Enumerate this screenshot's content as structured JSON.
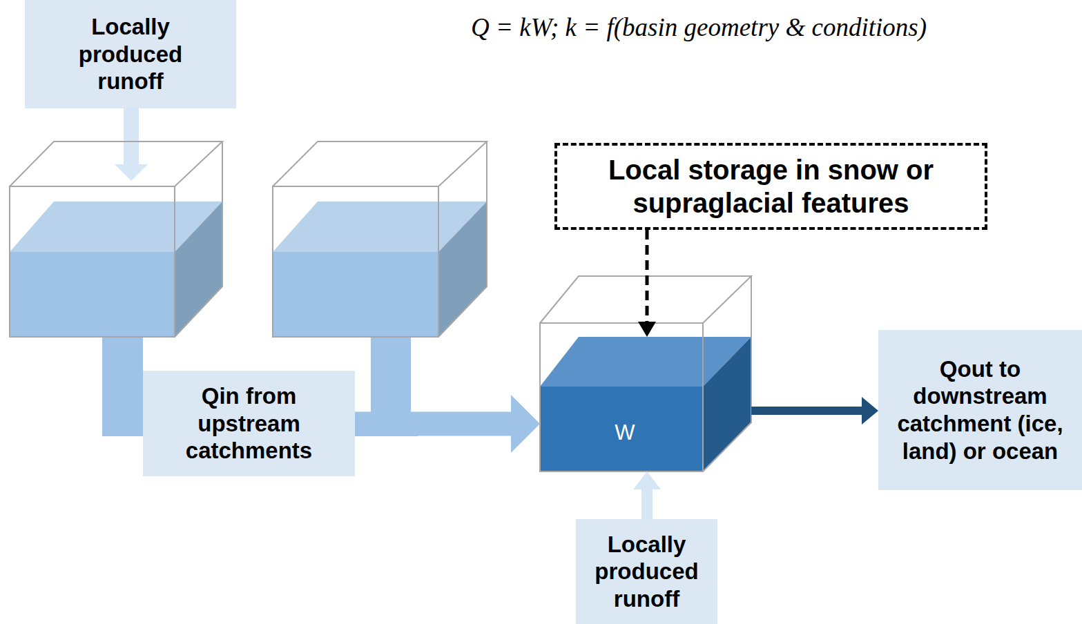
{
  "diagram": {
    "nodes": [
      {
        "text": [
          "Locally produced runoff"
        ]
      },
      {
        "text": [
          "Local storage in snow or supraglacial features"
        ]
      },
      {
        "text": [
          "Qin from upstream catchments"
        ]
      },
      {
        "text": [
          "W"
        ]
      },
      {
        "text": [
          "Qout to downstream catchment (ice, land) or ocean"
        ]
      },
      {
        "text": [
          "Locally produced runoff"
        ]
      }
    ],
    "edges": [
      {
        "from": 1,
        "to": 3,
        "arrow": "to"
      },
      {
        "from": 2,
        "to": 3,
        "arrow": "to"
      },
      {
        "from": 3,
        "to": 4,
        "arrow": "to"
      },
      {
        "from": 5,
        "to": 3,
        "arrow": "to"
      }
    ],
    "labels": [
      "Q = kW; k = f(basin geometry & conditions)"
    ]
  }
}
